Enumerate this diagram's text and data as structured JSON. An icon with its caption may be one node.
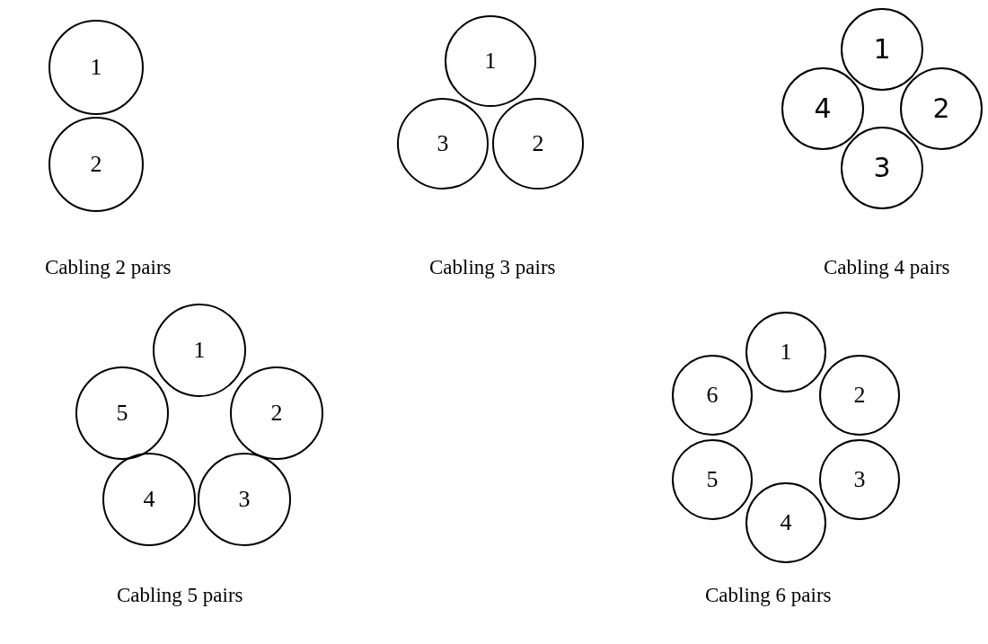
{
  "diagram": {
    "nodes": [
      {
        "text": [
          "1"
        ]
      },
      {
        "text": [
          "2"
        ]
      },
      {
        "text": [
          "1"
        ]
      },
      {
        "text": [
          "3"
        ]
      },
      {
        "text": [
          "2"
        ]
      },
      {
        "text": [
          "1"
        ]
      },
      {
        "text": [
          "4"
        ]
      },
      {
        "text": [
          "2"
        ]
      },
      {
        "text": [
          "3"
        ]
      },
      {
        "text": [
          "1"
        ]
      },
      {
        "text": [
          "5"
        ]
      },
      {
        "text": [
          "2"
        ]
      },
      {
        "text": [
          "4"
        ]
      },
      {
        "text": [
          "3"
        ]
      },
      {
        "text": [
          "1"
        ]
      },
      {
        "text": [
          "6"
        ]
      },
      {
        "text": [
          "2"
        ]
      },
      {
        "text": [
          "5"
        ]
      },
      {
        "text": [
          "3"
        ]
      },
      {
        "text": [
          "4"
        ]
      }
    ],
    "edges": [],
    "labels": [
      "Cabling 2 pairs",
      "Cabling 3 pairs",
      "Cabling 4 pairs",
      "Cabling 5 pairs",
      "Cabling 6 pairs"
    ]
  }
}
